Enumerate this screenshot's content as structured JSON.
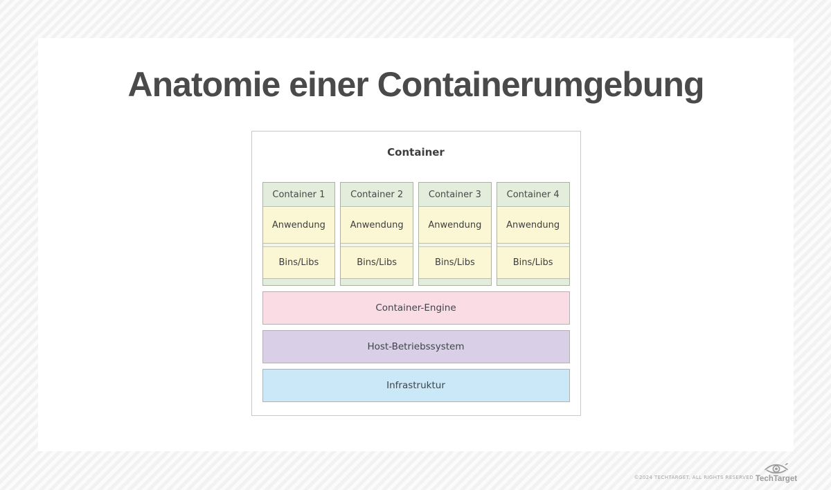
{
  "page": {
    "title": "Anatomie einer Containerumgebung"
  },
  "diagram": {
    "title": "Container",
    "containers": [
      {
        "label": "Container 1",
        "app": "Anwendung",
        "bins": "Bins/Libs"
      },
      {
        "label": "Container 2",
        "app": "Anwendung",
        "bins": "Bins/Libs"
      },
      {
        "label": "Container 3",
        "app": "Anwendung",
        "bins": "Bins/Libs"
      },
      {
        "label": "Container 4",
        "app": "Anwendung",
        "bins": "Bins/Libs"
      }
    ],
    "layers": [
      {
        "label": "Container-Engine",
        "color": "#fadce5"
      },
      {
        "label": "Host-Betriebssystem",
        "color": "#d9cfe7"
      },
      {
        "label": "Infrastruktur",
        "color": "#cbe8f8"
      }
    ],
    "colors": {
      "container_green": "#e2eedb",
      "box_yellow": "#fbf7d4",
      "panel_border": "#c8c8c8"
    }
  },
  "footer": {
    "copyright": "©2024 TECHTARGET. ALL RIGHTS RESERVED",
    "brand": "TechTarget",
    "brand_color": "#9b9b9b"
  }
}
